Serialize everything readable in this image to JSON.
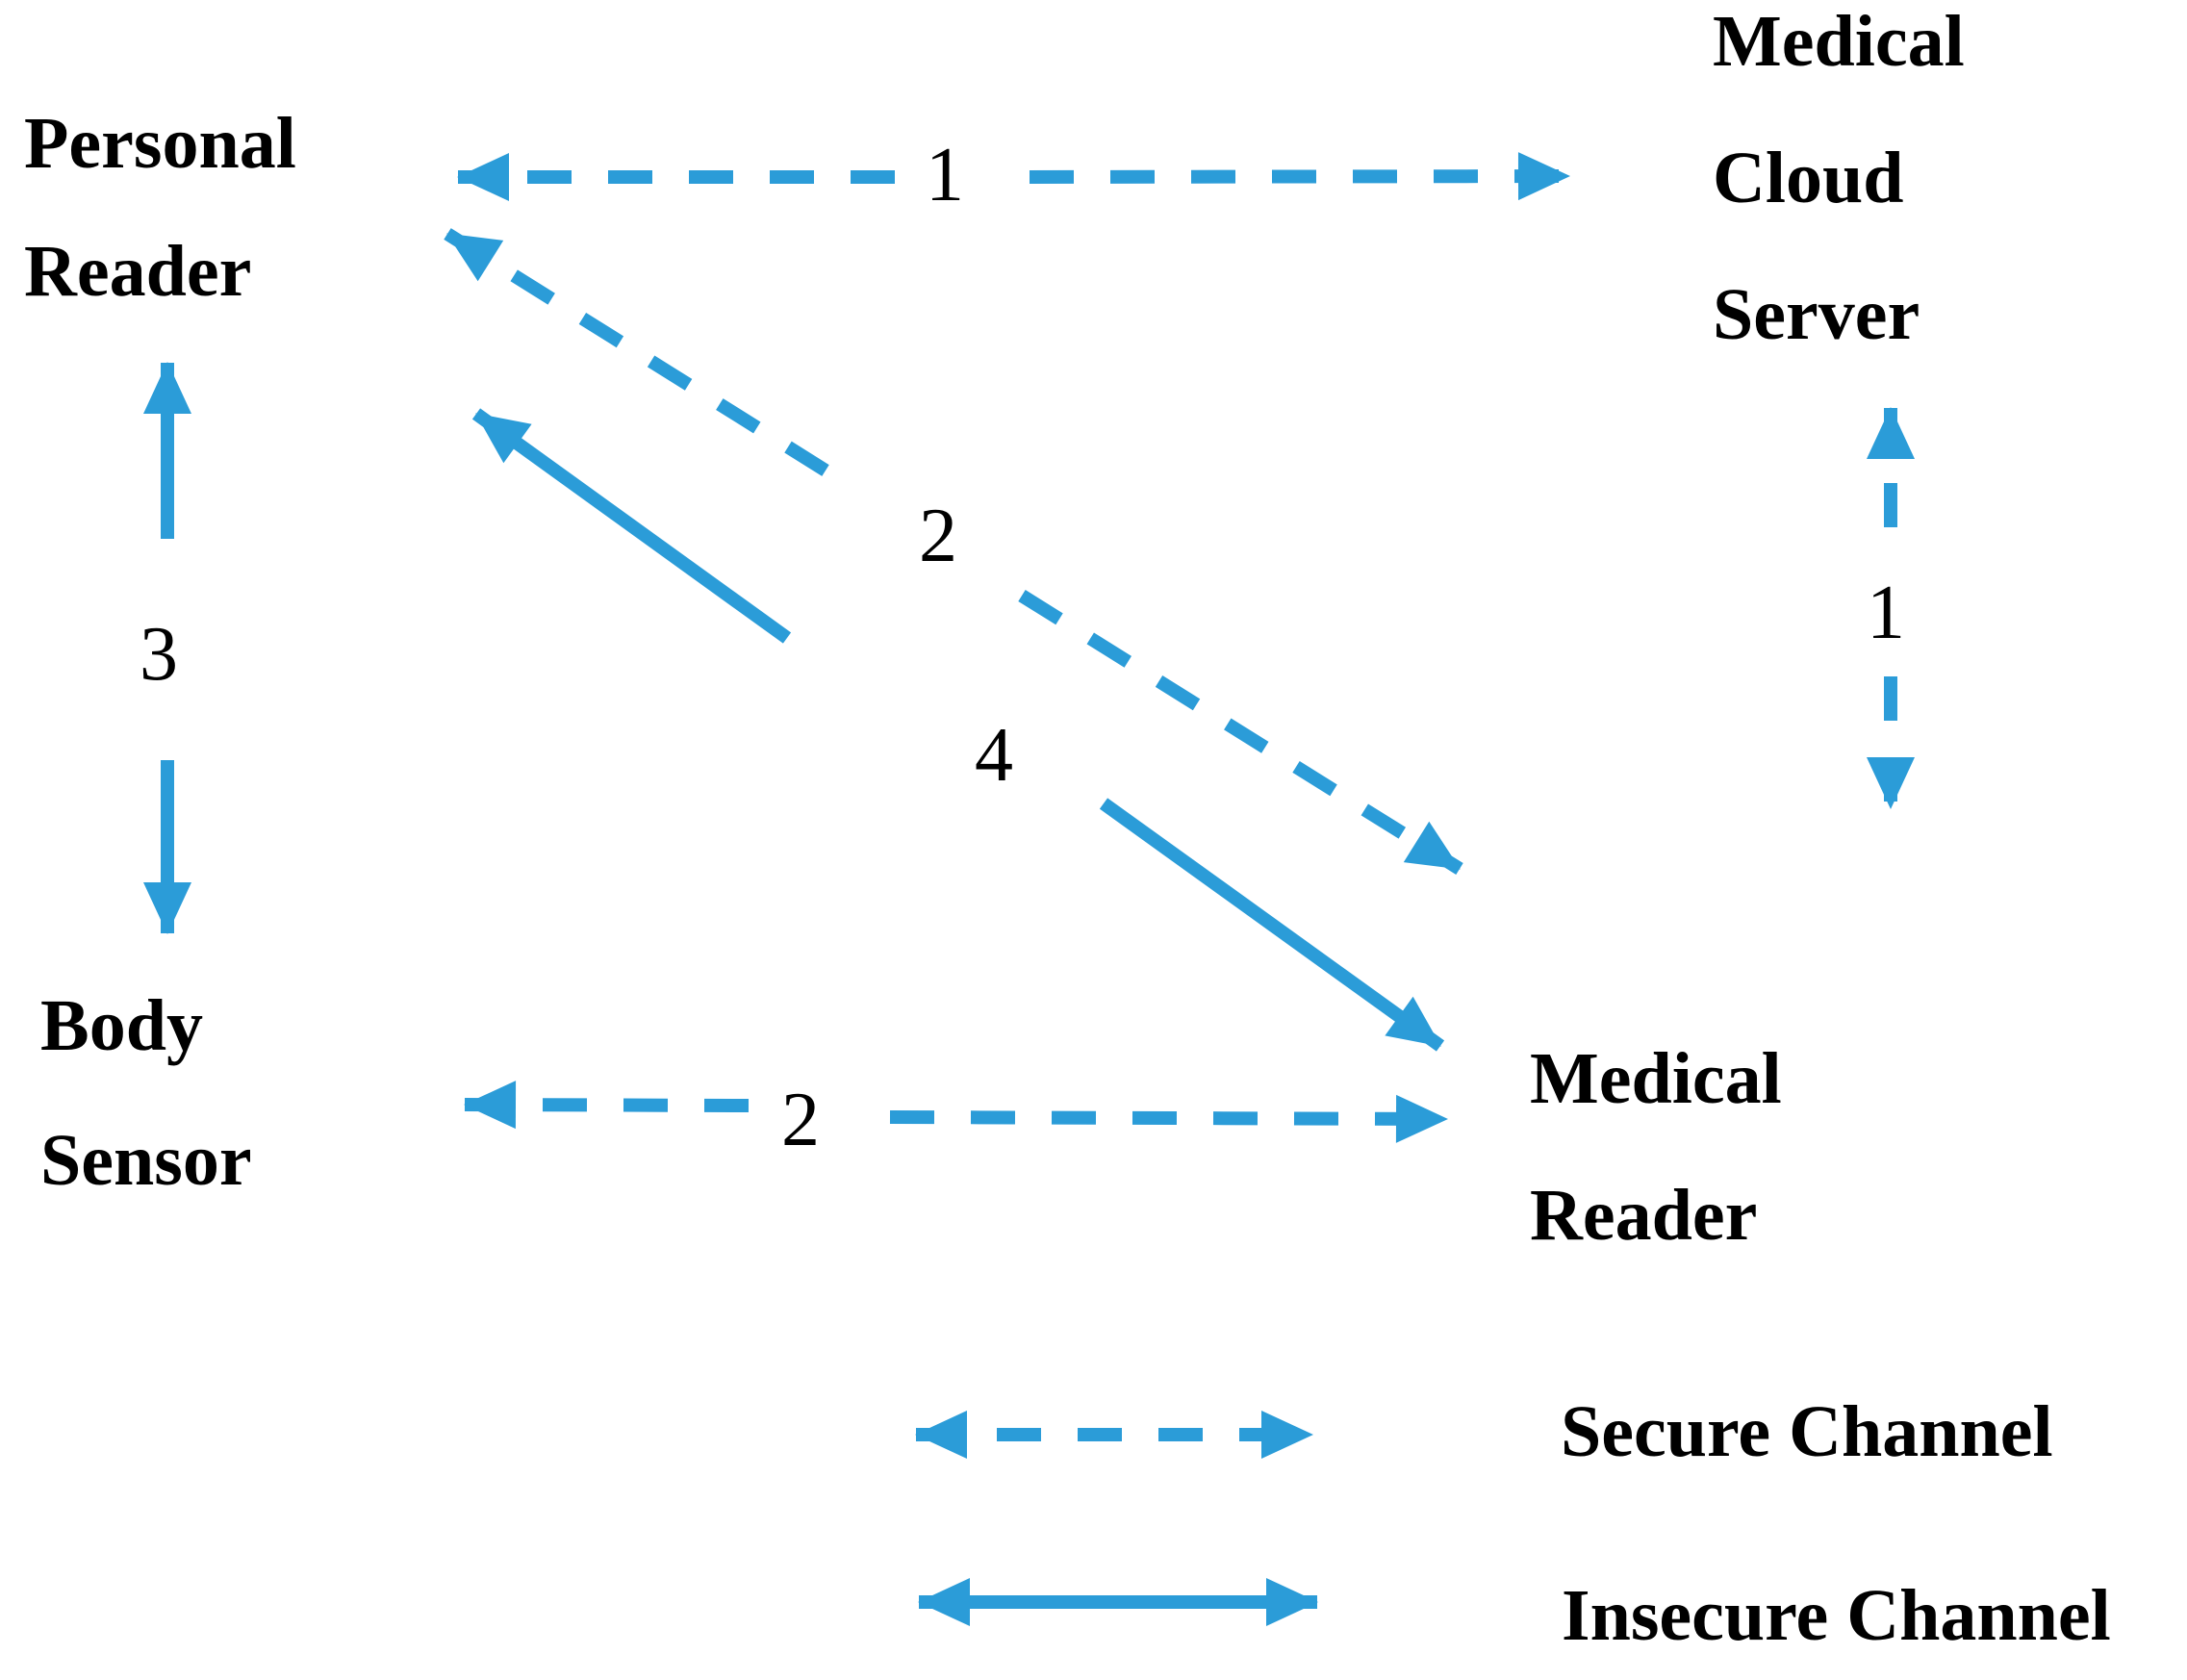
{
  "diagram": {
    "title": "",
    "nodes": {
      "personal_reader": {
        "lines": [
          "Personal",
          "Reader"
        ]
      },
      "medical_cloud_server": {
        "lines": [
          "Medical",
          "Cloud",
          "Server"
        ]
      },
      "body_sensor": {
        "lines": [
          "Body",
          "Sensor"
        ]
      },
      "medical_reader": {
        "lines": [
          "Medical",
          "Reader"
        ]
      }
    },
    "edge_labels": {
      "personal_reader_to_cloud_server": "1",
      "personal_reader_to_medical_reader_secure": "2",
      "personal_reader_to_body_sensor": "3",
      "personal_reader_to_medical_reader_insecure": "4",
      "cloud_server_to_medical_reader": "1",
      "body_sensor_to_medical_reader": "2"
    },
    "legend": {
      "secure": {
        "style": "dashed",
        "label": "Secure Channel"
      },
      "insecure": {
        "style": "solid",
        "label": "Insecure Channel"
      }
    },
    "colors": {
      "arrow": "#2B9CD8",
      "text": "#000000",
      "background": "#FFFFFF"
    }
  }
}
